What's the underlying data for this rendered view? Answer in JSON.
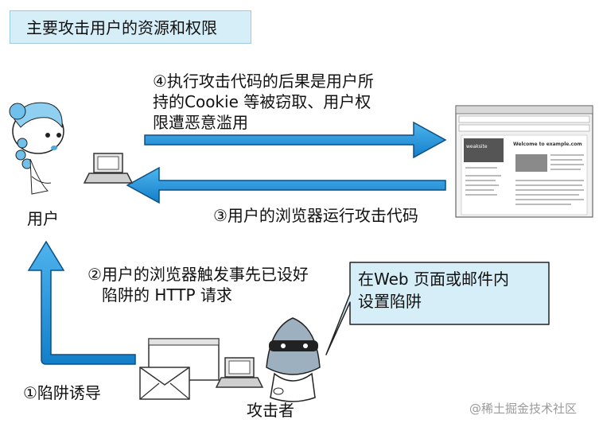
{
  "title": "主要攻击用户的资源和权限",
  "step4": [
    "④执行攻击代码的后果是用户所",
    "持的Cookie 等被窃取、用户权",
    "限遭恶意滥用"
  ],
  "step3": "③用户的浏览器运行攻击代码",
  "step2": [
    "②用户的浏览器触发事先已设好",
    "陷阱的 HTTP 请求"
  ],
  "step1": "①陷阱诱导",
  "user_label": "用户",
  "attacker_label": "攻击者",
  "callout": [
    "在Web 页面或邮件内",
    "设置陷阱"
  ],
  "browser": {
    "site_logo": "weaksite",
    "welcome": "Welcome to example.com"
  },
  "watermark": "@稀土掘金技术社区",
  "colors": {
    "arrow": "#1e8fd6",
    "arrow_edge": "#0b4f86",
    "title_bg": "#d6eef8",
    "callout_bg": "#d6eef8"
  },
  "icons": [
    "user-character-icon",
    "laptop-icon",
    "browser-window-icon",
    "attacker-character-icon",
    "email-envelope-icon"
  ]
}
